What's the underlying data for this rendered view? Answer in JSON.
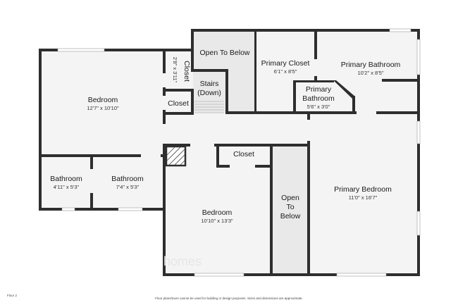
{
  "floor_label": "Floor 2",
  "disclaimer": "Floor plans/tours cannot be used for building or design purposes. Sizes and dimensions are approximate.",
  "watermark": "homes",
  "rooms": {
    "bedroom_1": {
      "name": "Bedroom",
      "dims": "12'7\" x 10'10\""
    },
    "closet_vertical": {
      "name": "Closet",
      "dims": "2'8\" x 3'11\""
    },
    "closet_small": {
      "name": "Closet"
    },
    "stairs": {
      "line1": "Stairs",
      "line2": "(Down)"
    },
    "open_to_below_top": {
      "name": "Open To Below"
    },
    "primary_closet": {
      "name": "Primary Closet",
      "dims": "6'1\" x 8'5\""
    },
    "primary_bathroom": {
      "name": "Primary Bathroom",
      "dims": "10'2\" x 8'5\""
    },
    "primary_bathroom_small": {
      "line1": "Primary",
      "line2": "Bathroom",
      "dims": "5'6\" x 3'0\""
    },
    "bathroom_1": {
      "name": "Bathroom",
      "dims": "4'11\" x 5'3\""
    },
    "bathroom_2": {
      "name": "Bathroom",
      "dims": "7'4\" x 5'3\""
    },
    "closet_mid": {
      "name": "Closet"
    },
    "bedroom_2": {
      "name": "Bedroom",
      "dims": "10'10\" x 13'3\""
    },
    "open_below_mid": {
      "line1": "Open",
      "line2": "To",
      "line3": "Below"
    },
    "primary_bedroom": {
      "name": "Primary Bedroom",
      "dims": "11'0\" x 16'7\""
    }
  }
}
